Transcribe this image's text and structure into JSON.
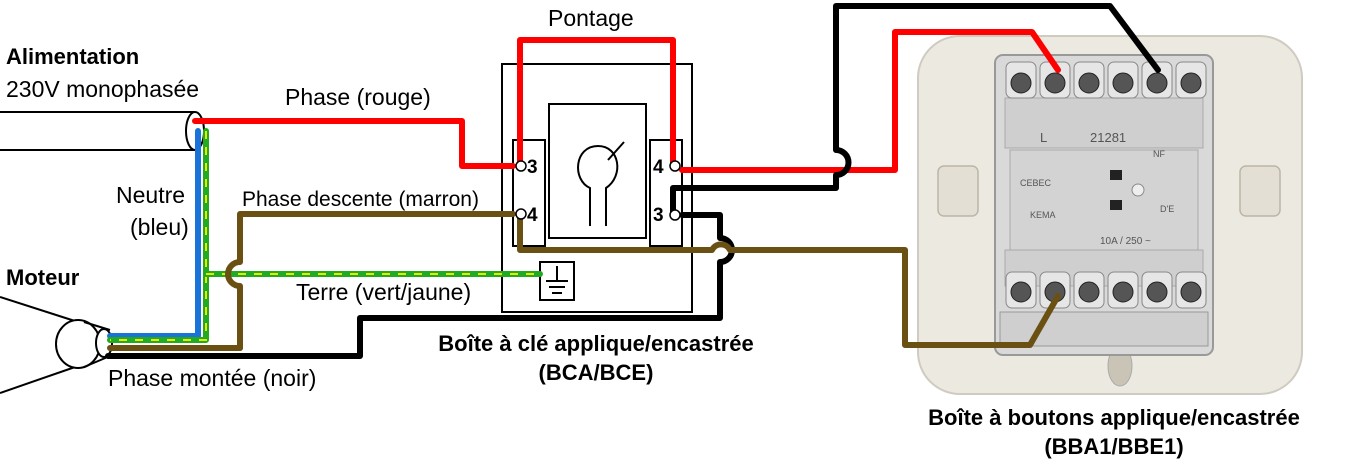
{
  "colors": {
    "phase": "#ff0000",
    "neutre": "#1a73d9",
    "terre_green": "#22aa22",
    "terre_yellow": "#e8e800",
    "descente": "#6b5014",
    "montee": "#000000",
    "plate": "#ece9e1",
    "module": "#d9d9d9"
  },
  "labels": {
    "alimentation_title": "Alimentation",
    "alimentation_sub": "230V monophasée",
    "moteur": "Moteur",
    "pontage": "Pontage",
    "phase_rouge": "Phase (rouge)",
    "neutre_l1": "Neutre",
    "neutre_l2": "(bleu)",
    "phase_descente": "Phase descente (marron)",
    "terre": "Terre (vert/jaune)",
    "phase_montee": "Phase montée (noir)",
    "bca_l1": "Boîte à clé applique/encastrée",
    "bca_l2": "(BCA/BCE)",
    "bba_l1": "Boîte à boutons applique/encastrée",
    "bba_l2": "(BBA1/BBE1)"
  },
  "terminals": {
    "left_top": "3",
    "left_bottom": "4",
    "right_top": "4",
    "right_bottom": "3"
  },
  "module_text": {
    "l": "L",
    "ref": "21281",
    "rating": "10A / 250 ~",
    "cebec": "CEBEC",
    "kema": "KEMA",
    "nf": "NF",
    "de": "D'E"
  },
  "icons": [
    "ground-icon"
  ]
}
